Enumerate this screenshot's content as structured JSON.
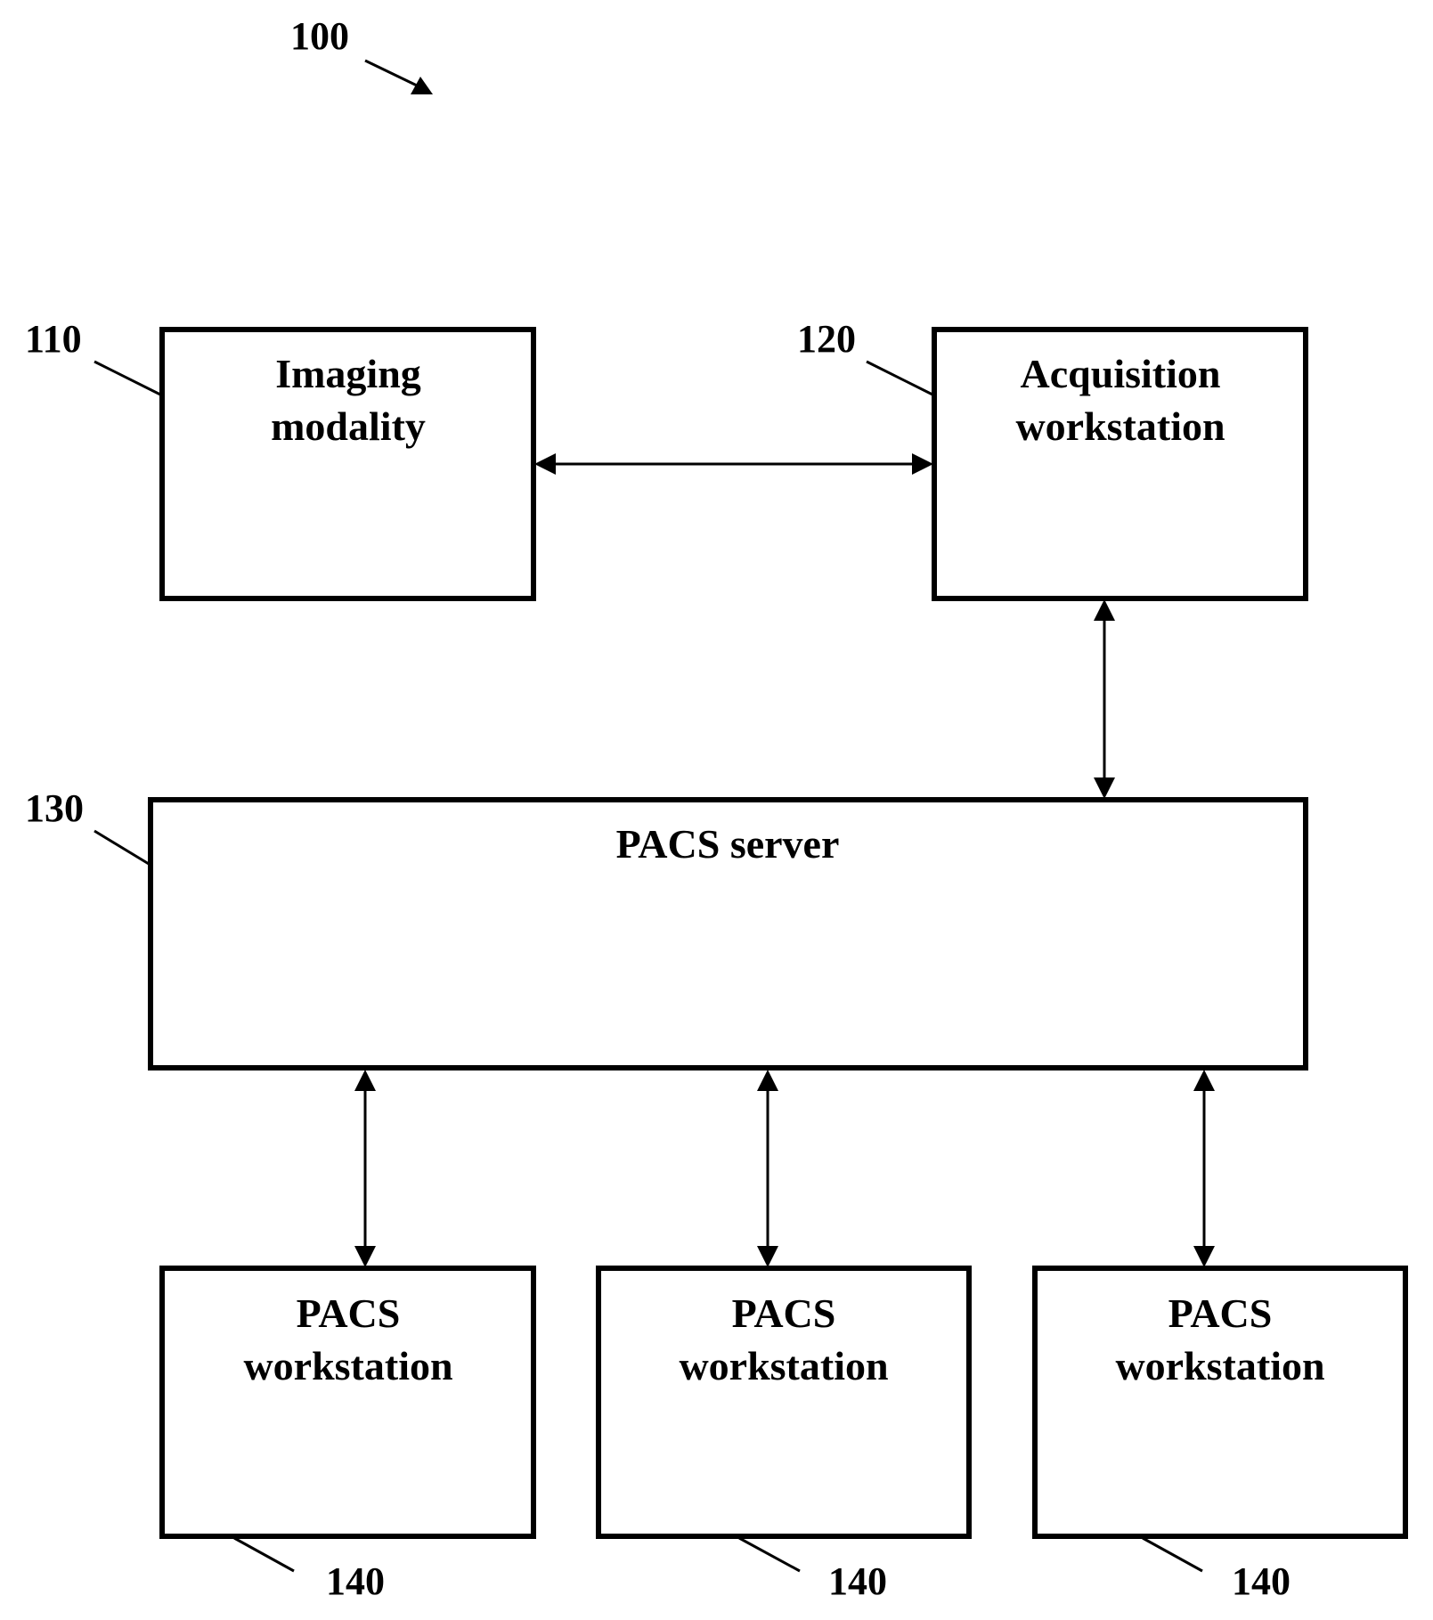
{
  "figure": {
    "ref": "100"
  },
  "nodes": {
    "imaging_modality": {
      "ref": "110",
      "lines": [
        "Imaging",
        "modality"
      ]
    },
    "acquisition_workstation": {
      "ref": "120",
      "lines": [
        "Acquisition",
        "workstation"
      ]
    },
    "pacs_server": {
      "ref": "130",
      "lines": [
        "PACS server"
      ]
    },
    "pacs_workstations": [
      {
        "ref": "140",
        "lines": [
          "PACS",
          "workstation"
        ]
      },
      {
        "ref": "140",
        "lines": [
          "PACS",
          "workstation"
        ]
      },
      {
        "ref": "140",
        "lines": [
          "PACS",
          "workstation"
        ]
      }
    ]
  },
  "connections": [
    {
      "from": "imaging_modality",
      "to": "acquisition_workstation",
      "direction": "bidirectional"
    },
    {
      "from": "acquisition_workstation",
      "to": "pacs_server",
      "direction": "bidirectional"
    },
    {
      "from": "pacs_server",
      "to": "pacs_workstation_1",
      "direction": "bidirectional"
    },
    {
      "from": "pacs_server",
      "to": "pacs_workstation_2",
      "direction": "bidirectional"
    },
    {
      "from": "pacs_server",
      "to": "pacs_workstation_3",
      "direction": "bidirectional"
    }
  ]
}
